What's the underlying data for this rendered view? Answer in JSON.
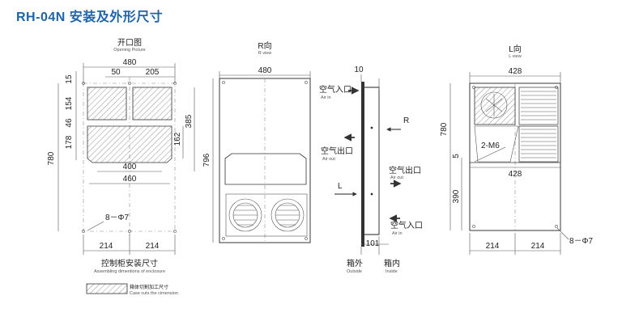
{
  "title": "RH-04N 安装及外形尺寸",
  "views": {
    "opening": {
      "title_cn": "开口图",
      "title_en": "Opening Picture",
      "dims": {
        "top_width": "480",
        "gap_left": "50",
        "gap_right": "205",
        "left_15": "15",
        "left_154": "154",
        "left_46": "46",
        "left_178": "178",
        "left_780": "780",
        "right_385": "385",
        "right_162": "162",
        "w400": "400",
        "w460": "460",
        "hole": "8－Φ7",
        "bottom_left": "214",
        "bottom_right": "214"
      },
      "caption_cn": "控制柜安装尺寸",
      "caption_en": "Assembling dimentions of enclosure"
    },
    "r_view": {
      "title_cn": "R向",
      "title_en": "R view",
      "dims": {
        "width": "480",
        "height": "796"
      }
    },
    "side": {
      "dims": {
        "top": "10",
        "bottom": "101"
      },
      "labels": {
        "air_in_top_cn": "空气入口",
        "air_in_top_en": "Air in",
        "air_out_left_cn": "空气出口",
        "air_out_left_en": "Air out",
        "air_out_right_cn": "空气出口",
        "air_out_right_en": "Air out",
        "air_in_bottom_cn": "空气入口",
        "air_in_bottom_en": "Air in",
        "r_arrow": "R",
        "l_arrow": "L",
        "outside_cn": "箱外",
        "outside_en": "Outside",
        "inside_cn": "箱内",
        "inside_en": "Inside"
      }
    },
    "l_view": {
      "title_cn": "L向",
      "title_en": "L view",
      "dims": {
        "top": "428",
        "mid": "428",
        "left_780": "780",
        "left_5": "5",
        "left_390": "390",
        "screw": "2-M6",
        "hole": "8－Φ7",
        "bottom_left": "214",
        "bottom_right": "214"
      }
    }
  },
  "legend": {
    "cn": "箱体切割加工尺寸",
    "en": "Case cuts the cimension"
  }
}
